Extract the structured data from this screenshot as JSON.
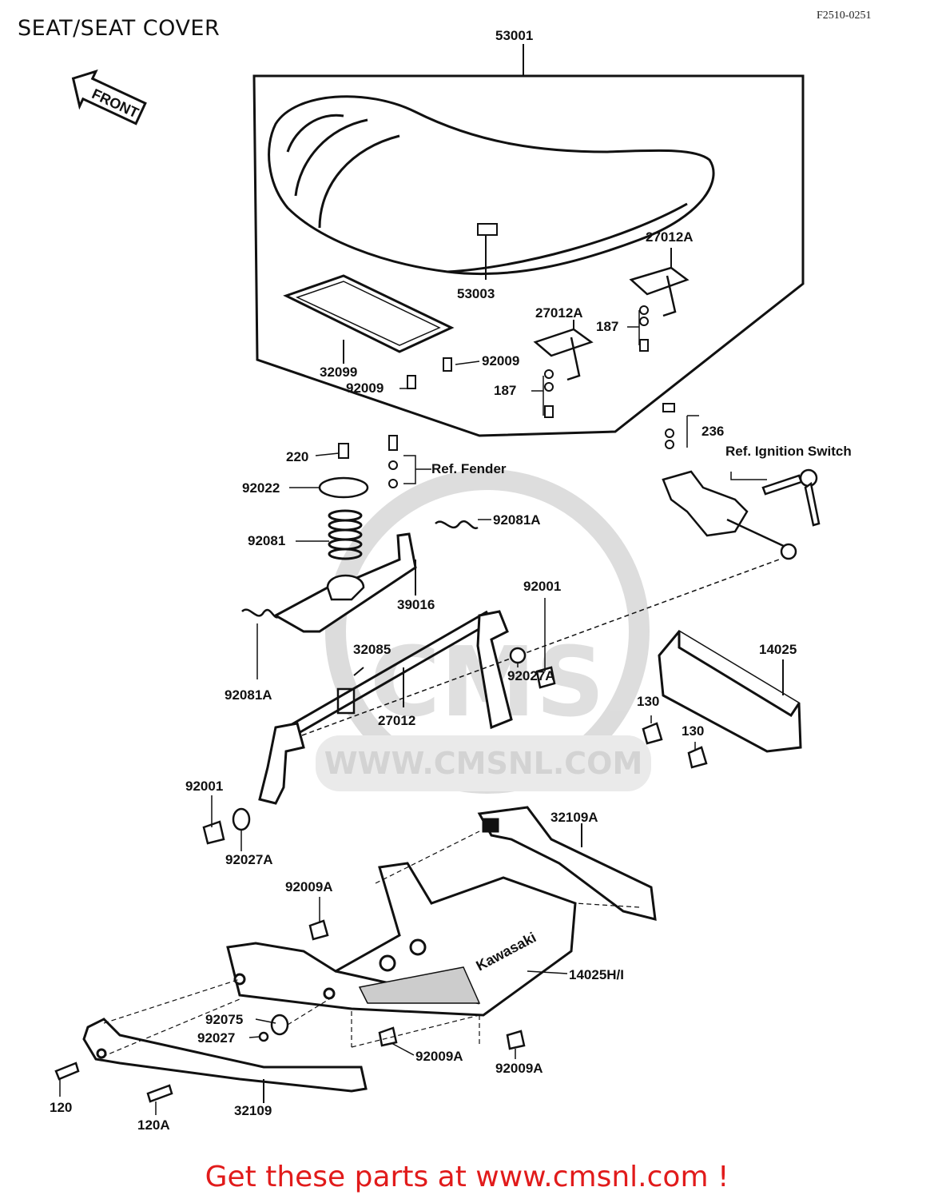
{
  "page": {
    "title": "SEAT/SEAT COVER",
    "diagram_code": "F2510-0251",
    "footer": "Get these parts at www.cmsnl.com !",
    "watermark_url": "WWW.CMSNL.COM",
    "watermark_logo": "CMS",
    "front_label": "FRONT"
  },
  "parts": {
    "p53001": "53001",
    "p53003": "53003",
    "p27012A_1": "27012A",
    "p27012A_2": "27012A",
    "p187_1": "187",
    "p187_2": "187",
    "p32099": "32099",
    "p92009_1": "92009",
    "p92009_2": "92009",
    "p236": "236",
    "ref_ignition": "Ref. Ignition Switch",
    "p220": "220",
    "ref_fender": "Ref. Fender",
    "p92022": "92022",
    "p92081": "92081",
    "p92081A_1": "92081A",
    "p92081A_2": "92081A",
    "p39016": "39016",
    "p92001_1": "92001",
    "p92001_2": "92001",
    "p32085": "32085",
    "p92027A_1": "92027A",
    "p92027A_2": "92027A",
    "p14025": "14025",
    "p27012": "27012",
    "p130_1": "130",
    "p130_2": "130",
    "p32109A": "32109A",
    "p92009A_1": "92009A",
    "p92009A_2": "92009A",
    "p92009A_3": "92009A",
    "p14025HI": "14025H/I",
    "p92075": "92075",
    "p92027": "92027",
    "p120": "120",
    "p120A": "120A",
    "p32109": "32109"
  },
  "colors": {
    "ink": "#111111",
    "footer_red": "#e11b1b",
    "watermark": "#d0d0d0"
  }
}
